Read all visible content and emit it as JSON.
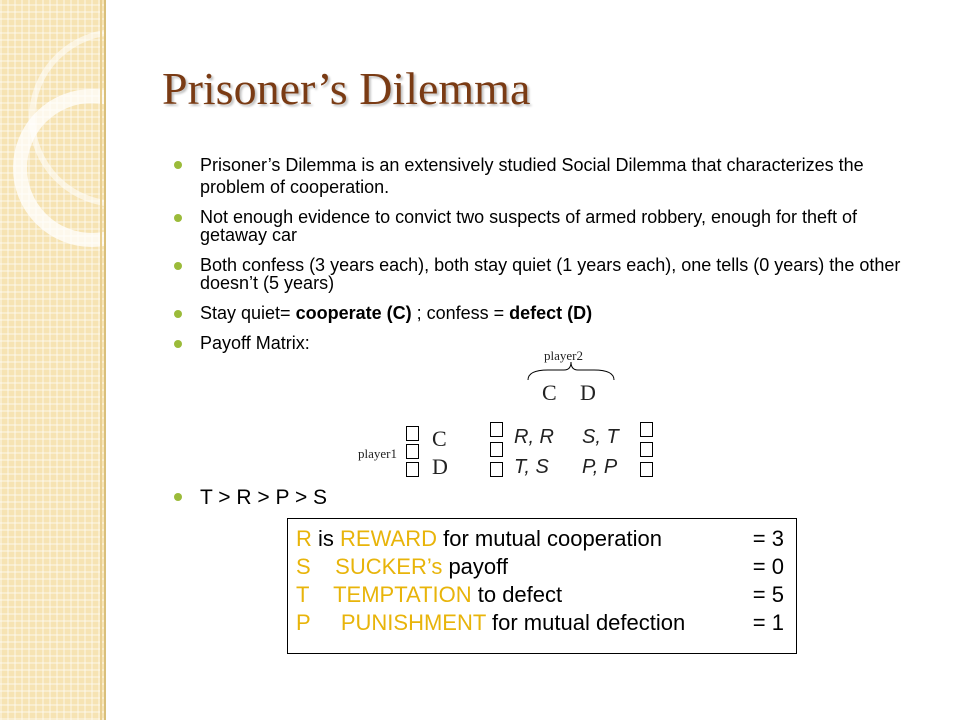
{
  "slide": {
    "title": "Prisoner’s Dilemma",
    "bullets": [
      "Prisoner’s Dilemma is an extensively studied Social Dilemma that characterizes the problem of cooperation.",
      "Not enough evidence to convict two suspects of armed robbery, enough for theft of getaway car",
      "Both confess (3 years each), both stay quiet (1 years each), one tells (0 years) the other doesn’t (5 years)"
    ],
    "bullet4": {
      "prefix": "Stay quiet= ",
      "cooperate": "cooperate (C)",
      "middle": " ; confess = ",
      "defect": "defect (D)"
    },
    "bullet5": "Payoff Matrix:",
    "bullet6": "T > R > P > S",
    "bullet_color": "#9bbb3a",
    "title_color": "#7a3b14"
  },
  "matrix": {
    "player2": "player2",
    "player1": "player1",
    "col_c": "C",
    "col_d": "D",
    "row_c": "C",
    "row_d": "D",
    "cells": [
      "R, R",
      "S, T",
      "T, S",
      "P, P"
    ]
  },
  "definitions": [
    {
      "letter": "R",
      "text_pre": " is ",
      "keyword": "REWARD",
      "text_post": " for mutual cooperation",
      "value": "= 3"
    },
    {
      "letter": "S",
      "text_pre": "    ",
      "keyword": "SUCKER’s",
      "text_post": " payoff",
      "value": "= 0"
    },
    {
      "letter": "T",
      "text_pre": "    ",
      "keyword": "TEMPTATION",
      "text_post": " to defect",
      "value": "= 5"
    },
    {
      "letter": "P",
      "text_pre": "     ",
      "keyword": "PUNISHMENT",
      "text_post": " for mutual defection",
      "value": "= 1"
    }
  ],
  "highlight_color": "#e8b40a"
}
